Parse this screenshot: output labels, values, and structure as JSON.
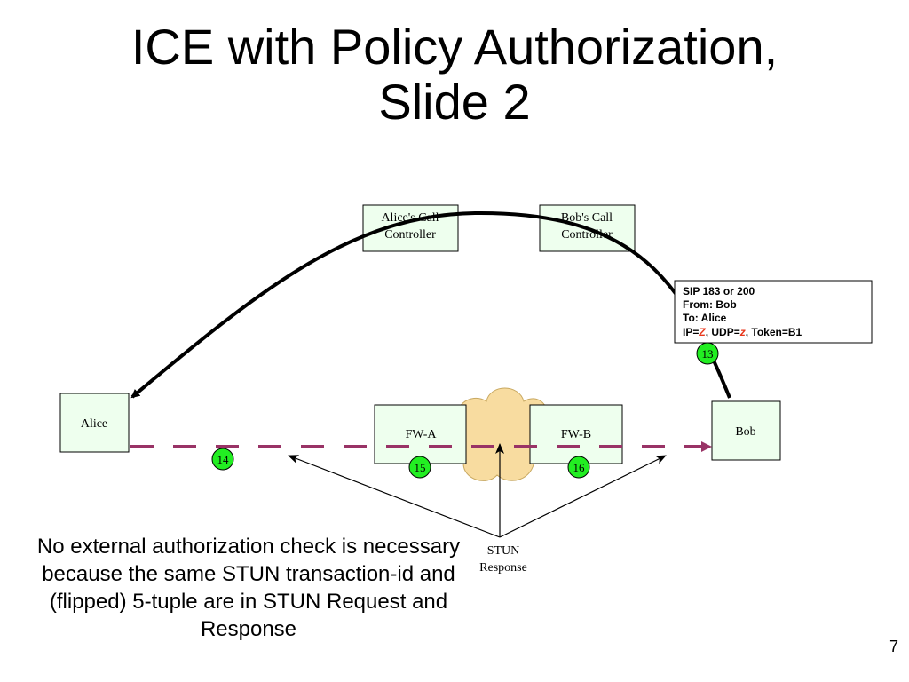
{
  "slide": {
    "title_line1": "ICE with Policy Authorization,",
    "title_line2": "Slide 2",
    "page_number": "7",
    "note": "No external authorization check is necessary because the same STUN transaction-id and (flipped) 5-tuple are in STUN Request and Response"
  },
  "diagram": {
    "alice_controller": [
      "Alice's Call",
      "Controller"
    ],
    "bob_controller": [
      "Bob's Call",
      "Controller"
    ],
    "alice": "Alice",
    "bob": "Bob",
    "fw_a": "FW-A",
    "fw_b": "FW-B",
    "stun_response": [
      "STUN",
      "Response"
    ],
    "sip_message": {
      "line1": "SIP 183 or 200",
      "line2": "From: Bob",
      "line3": "To: Alice",
      "line4_prefix": "IP=",
      "line4_ip": "Z",
      "line4_mid": ", UDP=",
      "line4_udp": "z",
      "line4_suffix": ", Token=B1"
    },
    "step_badges": [
      "13",
      "14",
      "15",
      "16"
    ],
    "colors": {
      "box_fill": "#eeffee",
      "cloud_fill": "#f8dca0",
      "badge_fill": "#22ee22",
      "dashed_line": "#993366",
      "red_text": "#e8361b"
    }
  }
}
